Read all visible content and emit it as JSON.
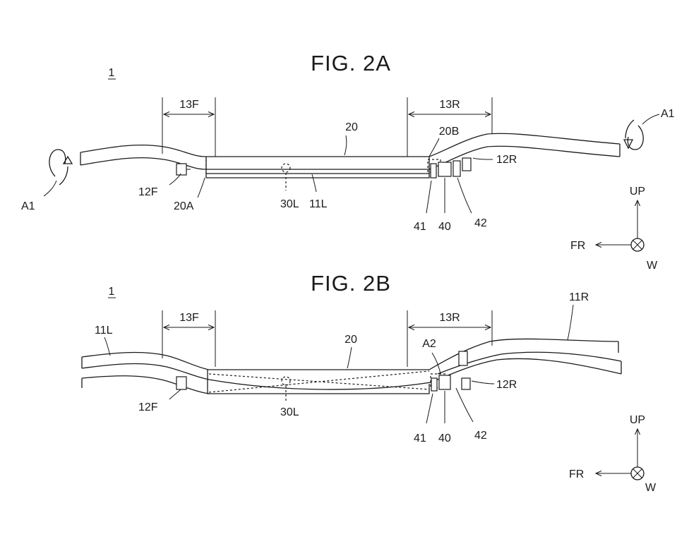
{
  "figures": [
    {
      "title": "FIG. 2A",
      "ref_numeral": "1",
      "labels": {
        "l13F": "13F",
        "l13R": "13R",
        "l20": "20",
        "l20B": "20B",
        "l20A": "20A",
        "l12F": "12F",
        "l12R": "12R",
        "l30L": "30L",
        "l11L": "11L",
        "l41": "41",
        "l40": "40",
        "l42": "42",
        "lA1_left": "A1",
        "lA1_right": "A1"
      },
      "axes": {
        "up": "UP",
        "fr": "FR",
        "w": "W"
      }
    },
    {
      "title": "FIG. 2B",
      "ref_numeral": "1",
      "labels": {
        "l13F": "13F",
        "l13R": "13R",
        "l20": "20",
        "lA2": "A2",
        "l11L": "11L",
        "l11R": "11R",
        "l12F": "12F",
        "l12R": "12R",
        "l30L": "30L",
        "l41": "41",
        "l40": "40",
        "l42": "42"
      },
      "axes": {
        "up": "UP",
        "fr": "FR",
        "w": "W"
      }
    }
  ]
}
